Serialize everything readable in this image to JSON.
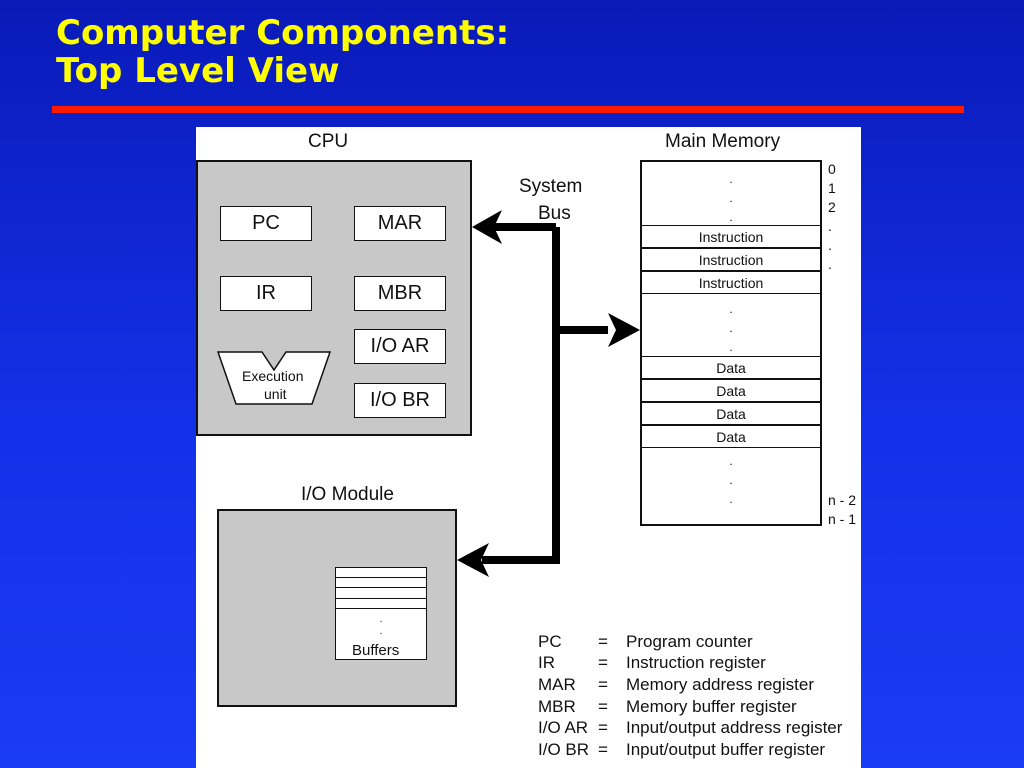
{
  "slide": {
    "title_line1": "Computer Components:",
    "title_line2": "Top Level View"
  },
  "cpu": {
    "label": "CPU",
    "registers": {
      "pc": "PC",
      "mar": "MAR",
      "ir": "IR",
      "mbr": "MBR",
      "io_ar": "I/O AR",
      "io_br": "I/O BR"
    },
    "execution_unit_line1": "Execution",
    "execution_unit_line2": "unit"
  },
  "bus": {
    "label_line1": "System",
    "label_line2": "Bus"
  },
  "memory": {
    "label": "Main Memory",
    "dot": ".",
    "instructions": [
      "Instruction",
      "Instruction",
      "Instruction"
    ],
    "data": [
      "Data",
      "Data",
      "Data",
      "Data"
    ],
    "addresses_top": [
      "0",
      "1",
      "2",
      ".",
      ".",
      "."
    ],
    "addresses_bottom": [
      "n - 2",
      "n - 1"
    ]
  },
  "io_module": {
    "label": "I/O Module",
    "buffers_label": "Buffers"
  },
  "legend": [
    {
      "abbr": "PC",
      "eq": "=",
      "desc": "Program counter"
    },
    {
      "abbr": "IR",
      "eq": "=",
      "desc": "Instruction register"
    },
    {
      "abbr": "MAR",
      "eq": "=",
      "desc": "Memory address register"
    },
    {
      "abbr": "MBR",
      "eq": "=",
      "desc": "Memory buffer register"
    },
    {
      "abbr": "I/O AR",
      "eq": "=",
      "desc": "Input/output address register"
    },
    {
      "abbr": "I/O BR",
      "eq": "=",
      "desc": "Input/output buffer register"
    }
  ],
  "colors": {
    "background": "#1430e8",
    "title": "#ffff00",
    "rule": "#ff1a00",
    "component_fill": "#c8c8c8"
  }
}
